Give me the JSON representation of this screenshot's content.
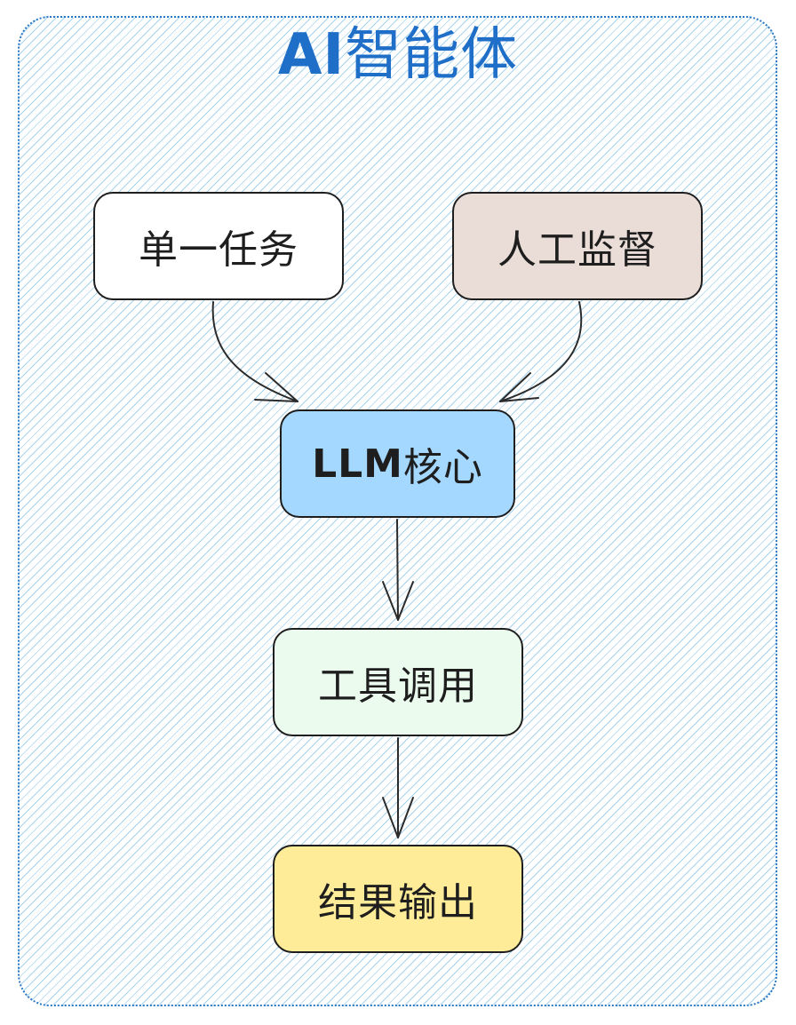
{
  "diagram": {
    "title_part_a": "AI",
    "title_part_b": "智能体",
    "nodes": [
      {
        "id": "n1",
        "label": "单一任务",
        "fill": "#ffffff"
      },
      {
        "id": "n2",
        "label": "人工监督",
        "fill": "#eaddd7"
      },
      {
        "id": "n3",
        "label_strong": "LLM",
        "label_rest": "核心",
        "fill": "#a5d8ff"
      },
      {
        "id": "n4",
        "label": "工具调用",
        "fill": "#ebfbee"
      },
      {
        "id": "n5",
        "label": "结果输出",
        "fill": "#ffec99"
      }
    ],
    "edges": [
      {
        "from": "n1",
        "to": "n3"
      },
      {
        "from": "n2",
        "to": "n3"
      },
      {
        "from": "n3",
        "to": "n4"
      },
      {
        "from": "n4",
        "to": "n5"
      }
    ],
    "colors": {
      "title": "#1f6fc8",
      "border": "#2a78c2",
      "hatch": "#a6d2ee",
      "stroke": "#1e1e1e"
    }
  }
}
